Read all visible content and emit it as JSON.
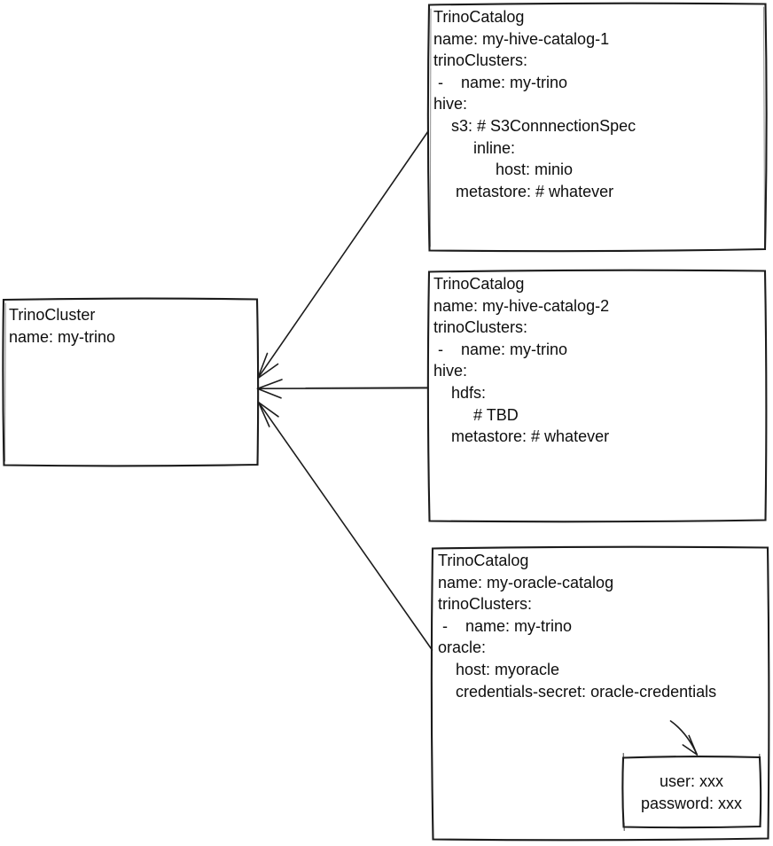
{
  "diagram": {
    "type": "sketch-relationship-diagram",
    "colors": {
      "stroke": "#1c1c1c",
      "text": "#0e0e0e",
      "background": "#ffffff"
    },
    "cluster": {
      "label": "TrinoCluster",
      "lines": [
        "TrinoCluster",
        "name: my-trino"
      ]
    },
    "catalogs": [
      {
        "id": "catalog-1",
        "label": "TrinoCatalog",
        "lines": [
          "TrinoCatalog",
          "name: my-hive-catalog-1",
          "trinoClusters:",
          " -    name: my-trino",
          "hive:",
          "    s3: # S3ConnnectionSpec",
          "         inline:",
          "              host: minio",
          "     metastore: # whatever"
        ]
      },
      {
        "id": "catalog-2",
        "label": "TrinoCatalog",
        "lines": [
          "TrinoCatalog",
          "name: my-hive-catalog-2",
          "trinoClusters:",
          " -    name: my-trino",
          "hive:",
          "    hdfs:",
          "         # TBD",
          "    metastore: # whatever"
        ]
      },
      {
        "id": "catalog-3",
        "label": "TrinoCatalog",
        "lines": [
          "TrinoCatalog",
          "name: my-oracle-catalog",
          "trinoClusters:",
          " -    name: my-trino",
          "oracle:",
          "    host: myoracle",
          "    credentials-secret: oracle-credentials"
        ]
      }
    ],
    "credentials_secret": {
      "lines": [
        "user: xxx",
        "password: xxx"
      ]
    },
    "edges": [
      {
        "from": "catalog-1",
        "to": "cluster",
        "style": "arrow-into-cluster"
      },
      {
        "from": "catalog-2",
        "to": "cluster",
        "style": "arrow-into-cluster"
      },
      {
        "from": "catalog-3",
        "to": "cluster",
        "style": "arrow-into-cluster"
      },
      {
        "from": "credentials-secret-field",
        "to": "credentials-box",
        "style": "annotation-arrow"
      }
    ]
  }
}
